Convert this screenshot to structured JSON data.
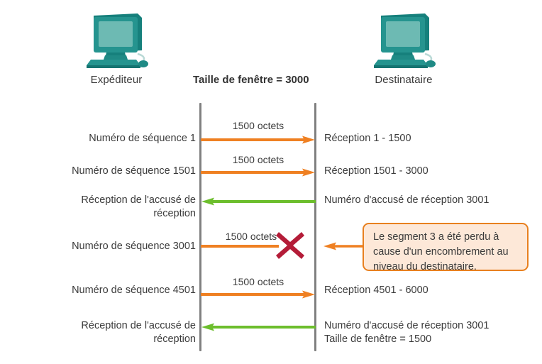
{
  "diagram": {
    "window_title": "Taille de fenêtre = 3000",
    "hosts": [
      {
        "name": "sender",
        "label": "Expéditeur",
        "icon": "computer-icon"
      },
      {
        "name": "receiver",
        "label": "Destinataire",
        "icon": "computer-icon"
      }
    ],
    "messages": [
      {
        "id": "seg1",
        "direction": "right",
        "color": "#ef8022",
        "mid_label": "1500 octets",
        "left_label": "Numéro de séquence 1",
        "right_label": "Réception 1 - 1500"
      },
      {
        "id": "seg2",
        "direction": "right",
        "color": "#ef8022",
        "mid_label": "1500 octets",
        "left_label": "Numéro de séquence 1501",
        "right_label": "Réception 1501 - 3000"
      },
      {
        "id": "ack1",
        "direction": "left",
        "color": "#6cbe2c",
        "mid_label": "",
        "left_label": "Réception de l'accusé de\nréception",
        "right_label": "Numéro d'accusé de réception 3001"
      },
      {
        "id": "seg3",
        "direction": "right-blocked",
        "color": "#ef8022",
        "mid_label": "1500 octets",
        "left_label": "Numéro de séquence 3001",
        "right_label": ""
      },
      {
        "id": "seg4",
        "direction": "right",
        "color": "#ef8022",
        "mid_label": "1500 octets",
        "left_label": "Numéro de séquence 4501",
        "right_label": "Réception 4501 - 6000"
      },
      {
        "id": "ack2",
        "direction": "left",
        "color": "#6cbe2c",
        "mid_label": "",
        "left_label": "Réception de l'accusé de\nréception",
        "right_label": "Numéro d'accusé de réception 3001\nTaille de fenêtre = 1500"
      }
    ],
    "loss_marker": {
      "name": "segment-lost-x-icon",
      "color": "#b41c38"
    },
    "callout": {
      "text": "Le segment 3 a été perdu à cause d'un encombrement au niveau du destinataire.",
      "border_color": "#e8801f",
      "background_color": "#fde8d8",
      "pointer_color": "#ef8022"
    },
    "colors": {
      "lifeline": "#808080",
      "data_arrow": "#ef8022",
      "ack_arrow": "#6cbe2c",
      "icon_teal": "#1f8a85",
      "text": "#3b3b3b"
    }
  }
}
